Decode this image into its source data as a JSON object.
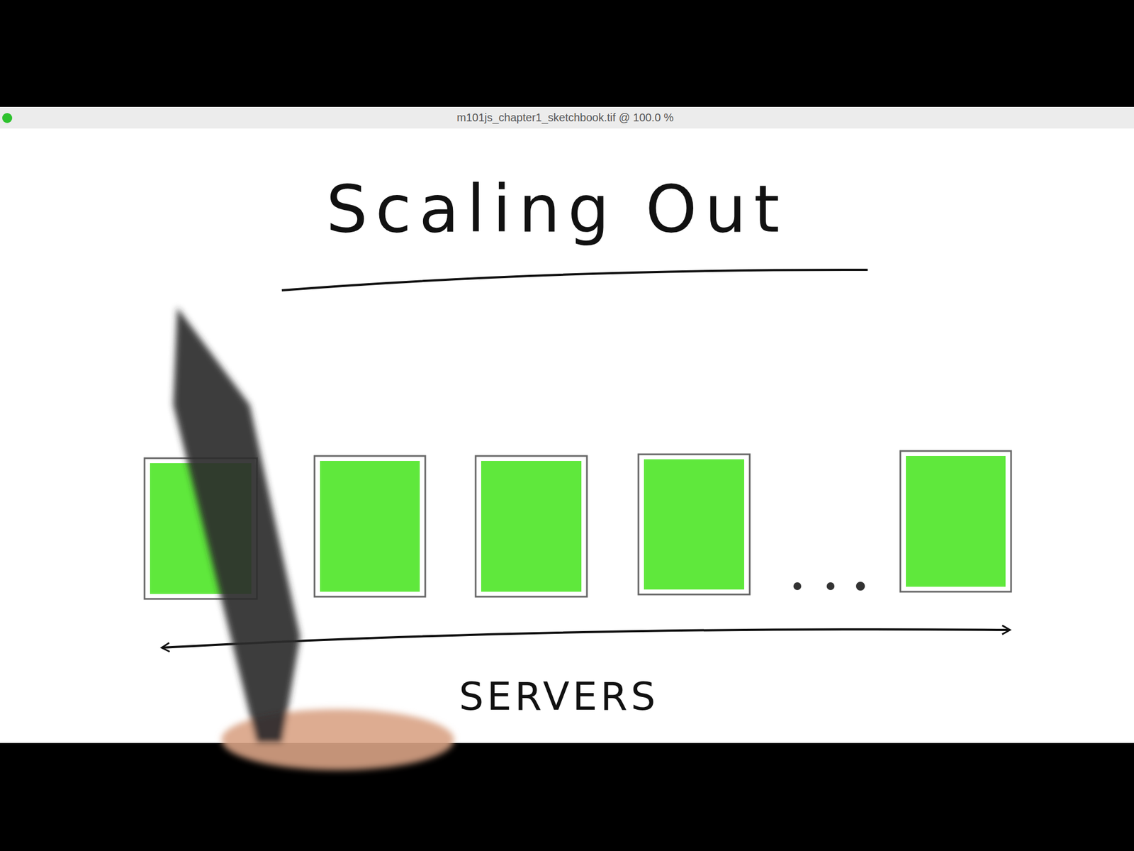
{
  "diagram": {
    "title": "Scaling Out",
    "labels": [
      "m101js_chapter1_sketchbook.tif @ 100.0 %",
      "SERVERS"
    ]
  }
}
